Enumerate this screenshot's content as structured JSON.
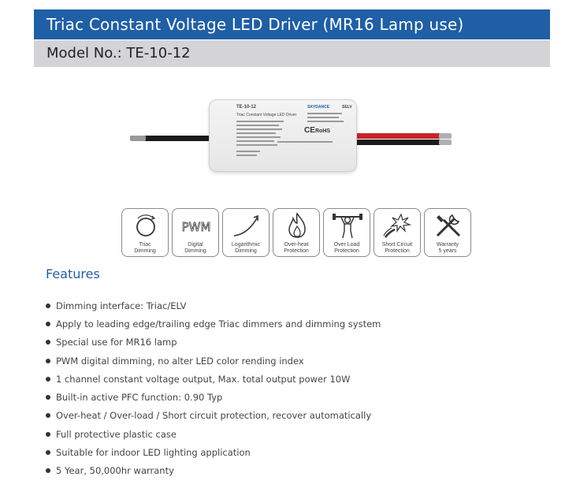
{
  "header": {
    "title": "Triac Constant Voltage LED Driver (MR16 Lamp use)",
    "model_line": "Model No.: TE-10-12"
  },
  "product": {
    "model_label": "TE-10-12",
    "name_label": "Triac Constant Voltage LED Driver",
    "brand_label": "SKYDANCE",
    "selv_label": "SELV",
    "ce_label": "CE",
    "rohs_label": "RoHS"
  },
  "icons": [
    {
      "name": "triac-dimming-icon",
      "label": "Triac\nDimming"
    },
    {
      "name": "pwm-icon",
      "label": "Digital\nDimming",
      "glyph": "PWM"
    },
    {
      "name": "logarithmic-dimming-icon",
      "label": "Logarithmic\nDimming"
    },
    {
      "name": "over-heat-icon",
      "label": "Over-heat\nProtection"
    },
    {
      "name": "over-load-icon",
      "label": "Over Load\nProtection"
    },
    {
      "name": "short-circuit-icon",
      "label": "Short Circuit\nProtection"
    },
    {
      "name": "warranty-icon",
      "label": "Warranty\n5 years"
    }
  ],
  "features": {
    "heading": "Features",
    "items": [
      "Dimming interface: Triac/ELV",
      "Apply to leading edge/trailing edge Triac dimmers and dimming system",
      "Special use for MR16 lamp",
      "PWM digital dimming, no alter LED color rending index",
      "1 channel constant voltage output, Max. total output power 10W",
      "Built-in active PFC function: 0.90 Typ",
      "Over-heat / Over-load / Short circuit protection, recover automatically",
      "Full protective plastic case",
      "Suitable for indoor LED lighting application",
      "5 Year, 50,000hr warranty"
    ]
  },
  "colors": {
    "title_bar": "#1f5fa6",
    "model_bar": "#d4d4d6",
    "heading": "#1f5fa6"
  }
}
